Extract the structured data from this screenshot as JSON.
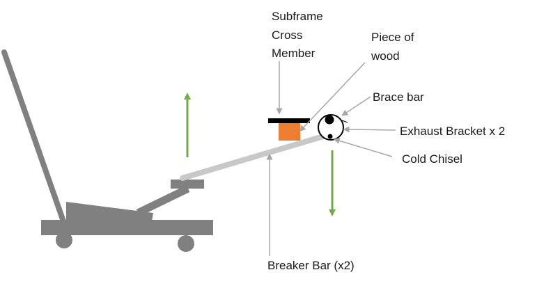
{
  "labels": {
    "subframe_line1": "Subframe",
    "subframe_line2": "Cross",
    "subframe_line3": "Member",
    "wood_line1": "Piece of",
    "wood_line2": "wood",
    "brace_bar": "Brace bar",
    "exhaust_bracket": "Exhaust Bracket x 2",
    "cold_chisel": "Cold Chisel",
    "breaker_bar": "Breaker Bar (x2)"
  },
  "colors": {
    "jack": "#808080",
    "breaker_bar": "#c8c8c8",
    "wood": "#ed7d31",
    "cross_member": "#000000",
    "force_arrow": "#70ad47",
    "callout": "#a6a6a6"
  }
}
